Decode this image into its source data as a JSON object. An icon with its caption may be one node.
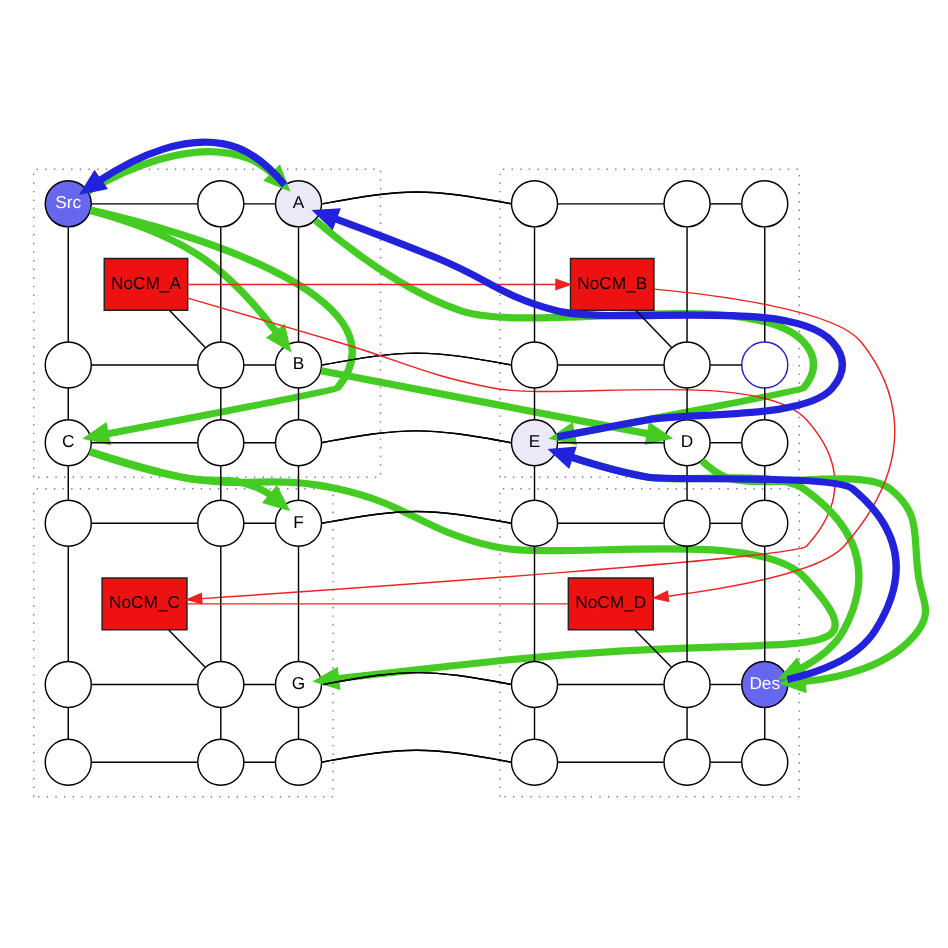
{
  "diagram": {
    "nodes": [
      {
        "text": [],
        "shape": "box"
      },
      {
        "text": [],
        "shape": "box"
      },
      {
        "text": [],
        "shape": "box"
      },
      {
        "text": [],
        "shape": "box"
      },
      {
        "text": [
          "Src"
        ],
        "in": 0
      },
      {
        "text": [],
        "shape": "circle",
        "in": 0
      },
      {
        "text": [
          "A"
        ],
        "in": 0
      },
      {
        "text": [],
        "shape": "circle",
        "in": 1
      },
      {
        "text": [],
        "shape": "circle",
        "in": 1
      },
      {
        "text": [],
        "shape": "circle",
        "in": 1
      },
      {
        "text": [],
        "shape": "circle",
        "in": 0
      },
      {
        "text": [],
        "shape": "circle",
        "in": 0
      },
      {
        "text": [
          "B"
        ],
        "in": 0
      },
      {
        "text": [],
        "shape": "circle",
        "in": 1
      },
      {
        "text": [],
        "shape": "circle",
        "in": 1
      },
      {
        "text": [],
        "shape": "circle",
        "in": 1
      },
      {
        "text": [
          "C"
        ],
        "in": 0
      },
      {
        "text": [],
        "shape": "circle",
        "in": 0
      },
      {
        "text": [],
        "shape": "circle",
        "in": 0
      },
      {
        "text": [
          "E"
        ],
        "in": 1
      },
      {
        "text": [
          "D"
        ],
        "in": 1
      },
      {
        "text": [],
        "shape": "circle",
        "in": 1
      },
      {
        "text": [],
        "shape": "circle",
        "in": 2
      },
      {
        "text": [],
        "shape": "circle",
        "in": 2
      },
      {
        "text": [
          "F"
        ],
        "in": 2
      },
      {
        "text": [],
        "shape": "circle",
        "in": 3
      },
      {
        "text": [],
        "shape": "circle",
        "in": 3
      },
      {
        "text": [],
        "shape": "circle",
        "in": 3
      },
      {
        "text": [],
        "shape": "circle",
        "in": 2
      },
      {
        "text": [],
        "shape": "circle",
        "in": 2
      },
      {
        "text": [
          "G"
        ],
        "in": 2
      },
      {
        "text": [],
        "shape": "circle",
        "in": 3
      },
      {
        "text": [],
        "shape": "circle",
        "in": 3
      },
      {
        "text": [
          "Des"
        ],
        "in": 3
      },
      {
        "text": [],
        "shape": "circle",
        "in": 2
      },
      {
        "text": [],
        "shape": "circle",
        "in": 2
      },
      {
        "text": [],
        "shape": "circle",
        "in": 2
      },
      {
        "text": [],
        "shape": "circle",
        "in": 3
      },
      {
        "text": [],
        "shape": "circle",
        "in": 3
      },
      {
        "text": [],
        "shape": "circle",
        "in": 3
      },
      {
        "text": [
          "NoCM_A"
        ],
        "in": 0
      },
      {
        "text": [
          "NoCM_B"
        ],
        "in": 1
      },
      {
        "text": [
          "NoCM_C"
        ],
        "in": 2
      },
      {
        "text": [
          "NoCM_D"
        ],
        "in": 3
      }
    ],
    "edges": [
      {
        "from": 4,
        "to": 5,
        "arrow": "none"
      },
      {
        "from": 5,
        "to": 6,
        "arrow": "none"
      },
      {
        "from": 6,
        "to": 7,
        "arrow": "none"
      },
      {
        "from": 7,
        "to": 8,
        "arrow": "none"
      },
      {
        "from": 8,
        "to": 9,
        "arrow": "none"
      },
      {
        "from": 10,
        "to": 11,
        "arrow": "none"
      },
      {
        "from": 11,
        "to": 12,
        "arrow": "none"
      },
      {
        "from": 12,
        "to": 13,
        "arrow": "none"
      },
      {
        "from": 13,
        "to": 14,
        "arrow": "none"
      },
      {
        "from": 14,
        "to": 15,
        "arrow": "none"
      },
      {
        "from": 16,
        "to": 17,
        "arrow": "none"
      },
      {
        "from": 17,
        "to": 18,
        "arrow": "none"
      },
      {
        "from": 18,
        "to": 19,
        "arrow": "none"
      },
      {
        "from": 19,
        "to": 20,
        "arrow": "none"
      },
      {
        "from": 20,
        "to": 21,
        "arrow": "none"
      },
      {
        "from": 22,
        "to": 23,
        "arrow": "none"
      },
      {
        "from": 23,
        "to": 24,
        "arrow": "none"
      },
      {
        "from": 24,
        "to": 25,
        "arrow": "none"
      },
      {
        "from": 25,
        "to": 26,
        "arrow": "none"
      },
      {
        "from": 26,
        "to": 27,
        "arrow": "none"
      },
      {
        "from": 28,
        "to": 29,
        "arrow": "none"
      },
      {
        "from": 29,
        "to": 30,
        "arrow": "none"
      },
      {
        "from": 30,
        "to": 31,
        "arrow": "none"
      },
      {
        "from": 31,
        "to": 32,
        "arrow": "none"
      },
      {
        "from": 32,
        "to": 33,
        "arrow": "none"
      },
      {
        "from": 34,
        "to": 35,
        "arrow": "none"
      },
      {
        "from": 35,
        "to": 36,
        "arrow": "none"
      },
      {
        "from": 36,
        "to": 37,
        "arrow": "none"
      },
      {
        "from": 37,
        "to": 38,
        "arrow": "none"
      },
      {
        "from": 38,
        "to": 39,
        "arrow": "none"
      },
      {
        "from": 4,
        "to": 10,
        "arrow": "none"
      },
      {
        "from": 5,
        "to": 11,
        "arrow": "none"
      },
      {
        "from": 6,
        "to": 12,
        "arrow": "none"
      },
      {
        "from": 7,
        "to": 13,
        "arrow": "none"
      },
      {
        "from": 8,
        "to": 14,
        "arrow": "none"
      },
      {
        "from": 9,
        "to": 15,
        "arrow": "none"
      },
      {
        "from": 10,
        "to": 16,
        "arrow": "none"
      },
      {
        "from": 11,
        "to": 17,
        "arrow": "none"
      },
      {
        "from": 12,
        "to": 18,
        "arrow": "none"
      },
      {
        "from": 13,
        "to": 19,
        "arrow": "none"
      },
      {
        "from": 14,
        "to": 20,
        "arrow": "none"
      },
      {
        "from": 15,
        "to": 21,
        "arrow": "none"
      },
      {
        "from": 16,
        "to": 22,
        "arrow": "none"
      },
      {
        "from": 17,
        "to": 23,
        "arrow": "none"
      },
      {
        "from": 18,
        "to": 24,
        "arrow": "none"
      },
      {
        "from": 19,
        "to": 25,
        "arrow": "none"
      },
      {
        "from": 20,
        "to": 26,
        "arrow": "none"
      },
      {
        "from": 21,
        "to": 27,
        "arrow": "none"
      },
      {
        "from": 22,
        "to": 28,
        "arrow": "none"
      },
      {
        "from": 23,
        "to": 29,
        "arrow": "none"
      },
      {
        "from": 24,
        "to": 30,
        "arrow": "none"
      },
      {
        "from": 25,
        "to": 31,
        "arrow": "none"
      },
      {
        "from": 26,
        "to": 32,
        "arrow": "none"
      },
      {
        "from": 27,
        "to": 33,
        "arrow": "none"
      },
      {
        "from": 28,
        "to": 34,
        "arrow": "none"
      },
      {
        "from": 29,
        "to": 35,
        "arrow": "none"
      },
      {
        "from": 30,
        "to": 36,
        "arrow": "none"
      },
      {
        "from": 31,
        "to": 37,
        "arrow": "none"
      },
      {
        "from": 32,
        "to": 38,
        "arrow": "none"
      },
      {
        "from": 33,
        "to": 39,
        "arrow": "none"
      },
      {
        "from": 40,
        "to": 11,
        "arrow": "none"
      },
      {
        "from": 41,
        "to": 14,
        "arrow": "none"
      },
      {
        "from": 42,
        "to": 29,
        "arrow": "none"
      },
      {
        "from": 43,
        "to": 32,
        "arrow": "none"
      },
      {
        "from": 40,
        "to": 41,
        "arrow": "to",
        "color": "#ee2222"
      },
      {
        "from": 40,
        "to": 42,
        "arrow": "to",
        "color": "#ee2222"
      },
      {
        "from": 42,
        "to": 43,
        "arrow": "none",
        "color": "#ee2222"
      },
      {
        "from": 41,
        "to": 43,
        "arrow": "to",
        "color": "#ee2222"
      },
      {
        "from": 4,
        "to": 6,
        "arrow": "to",
        "style": "thick",
        "color": "#44cc22"
      },
      {
        "from": 4,
        "to": 12,
        "arrow": "to",
        "style": "thick",
        "color": "#44cc22"
      },
      {
        "from": 4,
        "to": 16,
        "arrow": "to",
        "style": "thick",
        "color": "#44cc22"
      },
      {
        "from": 6,
        "to": 19,
        "arrow": "to",
        "style": "thick",
        "color": "#44cc22"
      },
      {
        "from": 12,
        "to": 20,
        "arrow": "to",
        "style": "thick",
        "color": "#44cc22"
      },
      {
        "from": 16,
        "to": 24,
        "arrow": "to",
        "style": "thick",
        "color": "#44cc22"
      },
      {
        "from": 16,
        "to": 30,
        "arrow": "to",
        "style": "thick",
        "color": "#44cc22"
      },
      {
        "from": 20,
        "to": 33,
        "arrow": "to",
        "style": "thick",
        "color": "#44cc22"
      },
      {
        "from": 19,
        "to": 33,
        "arrow": "to",
        "style": "thick",
        "color": "#44cc22"
      },
      {
        "from": 33,
        "to": 19,
        "arrow": "to",
        "style": "thick",
        "color": "#2222dd"
      },
      {
        "from": 19,
        "to": 6,
        "arrow": "to",
        "style": "thick",
        "color": "#2222dd"
      },
      {
        "from": 6,
        "to": 4,
        "arrow": "to",
        "style": "thick",
        "color": "#2222dd"
      }
    ]
  }
}
